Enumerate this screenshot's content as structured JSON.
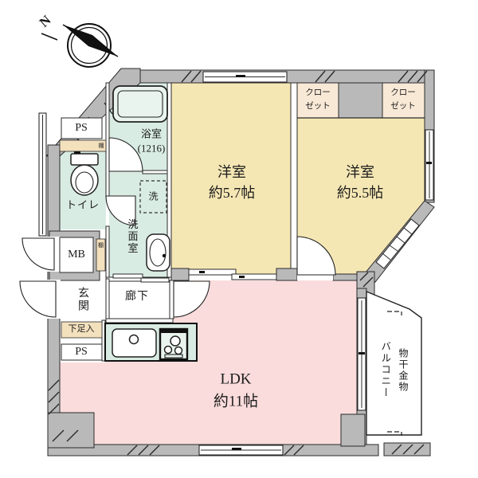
{
  "colors": {
    "wall": "#b9b9b9",
    "room_yellow": "#f5e7b4",
    "room_pink": "#fadcdc",
    "room_mint": "#d9ece4",
    "closet_tan": "#f8e8d6",
    "shelf_tan": "#f3e0bd",
    "fixture_light": "#e9f4ee"
  },
  "compass": {
    "label": "N"
  },
  "rooms": {
    "western1": {
      "name": "洋室",
      "size": "約5.7帖"
    },
    "western2": {
      "name": "洋室",
      "size": "約5.5帖"
    },
    "ldk": {
      "name": "LDK",
      "size": "約11帖"
    },
    "closet_left": {
      "line1": "クロー",
      "line2": "ゼット"
    },
    "closet_right": {
      "line1": "クロー",
      "line2": "ゼット"
    },
    "bathroom": {
      "name": "浴室",
      "size": "(1216)"
    },
    "washroom": {
      "name": "洗面室"
    },
    "washer": {
      "name": "洗"
    },
    "toilet": {
      "name": "トイレ"
    },
    "genkan": {
      "name": "玄関"
    },
    "corridor": {
      "name": "廊下"
    },
    "shoe_cabinet": {
      "name": "下足入"
    },
    "ps_upper": {
      "name": "PS"
    },
    "ps_lower": {
      "name": "PS"
    },
    "meter_box": {
      "name": "MB"
    },
    "shelf_upper": {
      "name": "棚"
    },
    "shelf_lower": {
      "name": "棚"
    },
    "balcony": {
      "name": "バルコニー"
    },
    "laundry_hardware": {
      "name": "物干金物"
    }
  }
}
